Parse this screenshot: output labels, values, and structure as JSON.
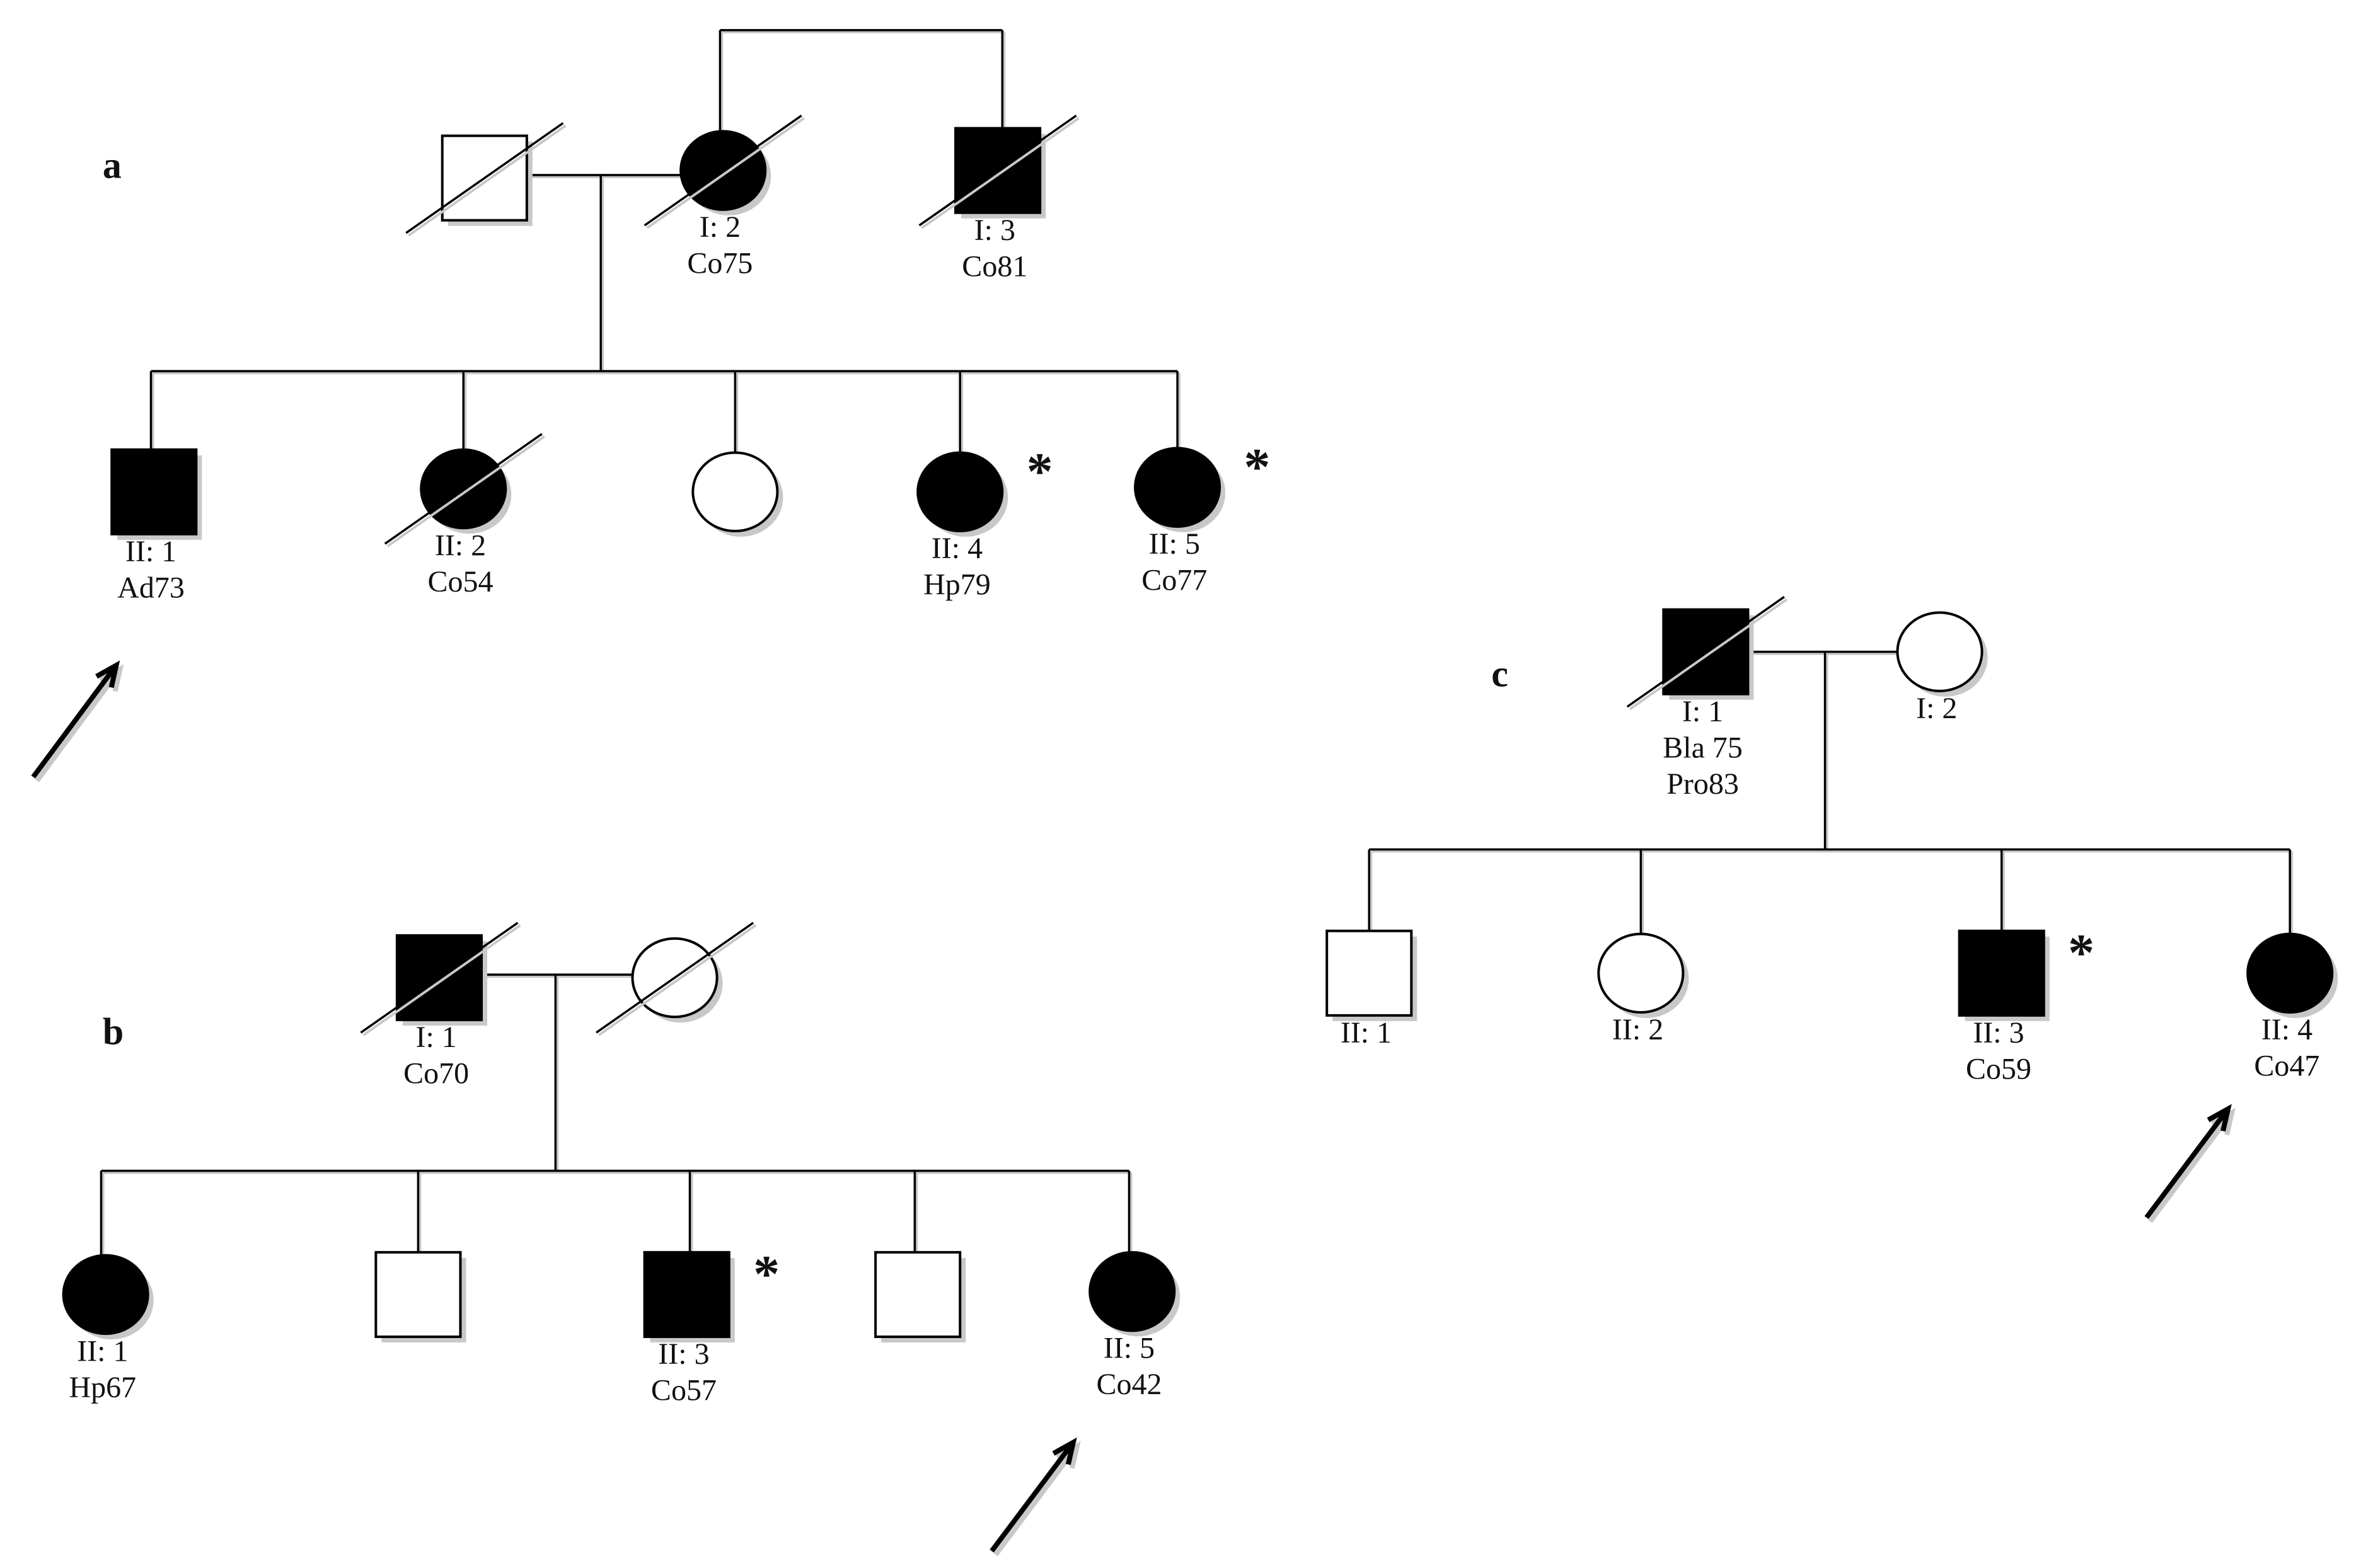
{
  "panels": [
    {
      "id": "a",
      "label": "a",
      "members": [
        {
          "id": "a-I1",
          "sex": "male",
          "affected": false,
          "deceased": true,
          "labels": []
        },
        {
          "id": "a-I2",
          "sex": "female",
          "affected": true,
          "deceased": true,
          "labels": [
            "I: 2",
            "Co75"
          ]
        },
        {
          "id": "a-I3",
          "sex": "male",
          "affected": true,
          "deceased": true,
          "labels": [
            "I: 3",
            "Co81"
          ]
        },
        {
          "id": "a-II1",
          "sex": "male",
          "affected": true,
          "deceased": false,
          "proband": true,
          "labels": [
            "II: 1",
            "Ad73"
          ]
        },
        {
          "id": "a-II2",
          "sex": "female",
          "affected": true,
          "deceased": true,
          "labels": [
            "II: 2",
            "Co54"
          ]
        },
        {
          "id": "a-II3",
          "sex": "female",
          "affected": false,
          "deceased": false,
          "labels": []
        },
        {
          "id": "a-II4",
          "sex": "female",
          "affected": true,
          "deceased": false,
          "starred": true,
          "labels": [
            "II: 4",
            "Hp79"
          ]
        },
        {
          "id": "a-II5",
          "sex": "female",
          "affected": true,
          "deceased": false,
          "starred": true,
          "labels": [
            "II: 5",
            "Co77"
          ]
        }
      ]
    },
    {
      "id": "b",
      "label": "b",
      "members": [
        {
          "id": "b-I1",
          "sex": "male",
          "affected": true,
          "deceased": true,
          "labels": [
            "I: 1",
            "Co70"
          ]
        },
        {
          "id": "b-I2",
          "sex": "female",
          "affected": false,
          "deceased": true,
          "labels": []
        },
        {
          "id": "b-II1",
          "sex": "female",
          "affected": true,
          "deceased": false,
          "labels": [
            "II: 1",
            "Hp67"
          ]
        },
        {
          "id": "b-II2",
          "sex": "male",
          "affected": false,
          "deceased": false,
          "labels": []
        },
        {
          "id": "b-II3",
          "sex": "male",
          "affected": true,
          "deceased": false,
          "starred": true,
          "labels": [
            "II: 3",
            "Co57"
          ]
        },
        {
          "id": "b-II4",
          "sex": "male",
          "affected": false,
          "deceased": false,
          "labels": []
        },
        {
          "id": "b-II5",
          "sex": "female",
          "affected": true,
          "deceased": false,
          "proband": true,
          "labels": [
            "II: 5",
            "Co42"
          ]
        }
      ]
    },
    {
      "id": "c",
      "label": "c",
      "members": [
        {
          "id": "c-I1",
          "sex": "male",
          "affected": true,
          "deceased": true,
          "labels": [
            "I: 1",
            "Bla 75",
            "Pro83"
          ]
        },
        {
          "id": "c-I2",
          "sex": "female",
          "affected": false,
          "deceased": false,
          "labels": [
            "I: 2"
          ]
        },
        {
          "id": "c-II1",
          "sex": "male",
          "affected": false,
          "deceased": false,
          "labels": [
            "II: 1"
          ]
        },
        {
          "id": "c-II2",
          "sex": "female",
          "affected": false,
          "deceased": false,
          "labels": [
            "II: 2"
          ]
        },
        {
          "id": "c-II3",
          "sex": "male",
          "affected": true,
          "deceased": false,
          "starred": true,
          "labels": [
            "II: 3",
            "Co59"
          ]
        },
        {
          "id": "c-II4",
          "sex": "female",
          "affected": true,
          "deceased": false,
          "proband": true,
          "labels": [
            "II: 4",
            "Co47"
          ]
        }
      ]
    }
  ],
  "star_symbol": "*",
  "colors": {
    "ink": "#000000",
    "shadow": "#c8c8c8",
    "paper": "#ffffff"
  }
}
